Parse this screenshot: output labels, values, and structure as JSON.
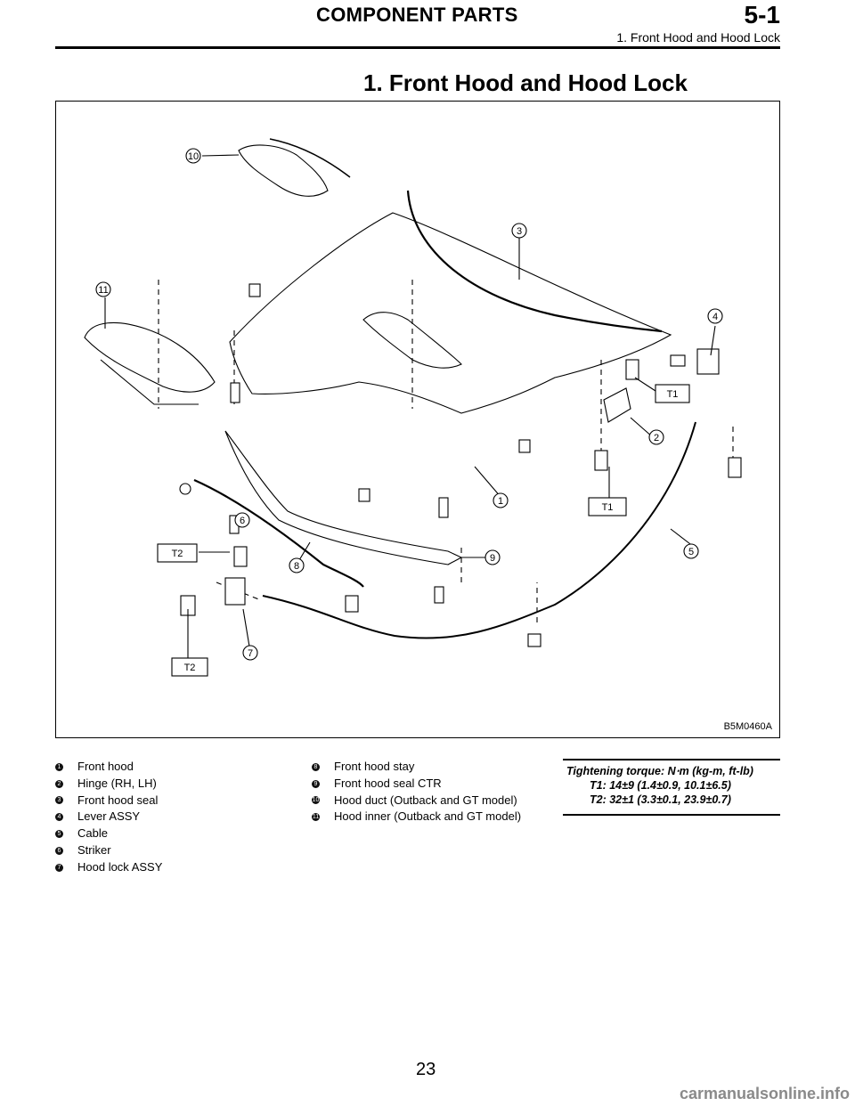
{
  "header": {
    "section_title": "COMPONENT PARTS",
    "section_code": "5-1",
    "subtitle": "1. Front Hood and Hood Lock"
  },
  "page_title": "1. Front Hood and Hood Lock",
  "figure": {
    "figure_id": "B5M0460A",
    "callouts": [
      "1",
      "2",
      "3",
      "4",
      "5",
      "6",
      "7",
      "8",
      "9",
      "10",
      "11"
    ],
    "torque_boxes": [
      "T1",
      "T1",
      "T2",
      "T2"
    ]
  },
  "legend": {
    "col1": [
      {
        "num": "1",
        "label": "Front hood"
      },
      {
        "num": "2",
        "label": "Hinge (RH, LH)"
      },
      {
        "num": "3",
        "label": "Front hood seal"
      },
      {
        "num": "4",
        "label": "Lever ASSY"
      },
      {
        "num": "5",
        "label": "Cable"
      },
      {
        "num": "6",
        "label": "Striker"
      },
      {
        "num": "7",
        "label": "Hood lock ASSY"
      }
    ],
    "col2": [
      {
        "num": "8",
        "label": "Front hood stay"
      },
      {
        "num": "9",
        "label": "Front hood seal CTR"
      },
      {
        "num": "10",
        "label": "Hood duct (Outback and GT model)"
      },
      {
        "num": "11",
        "label": "Hood inner (Outback and GT model)"
      }
    ]
  },
  "torque": {
    "heading": "Tightening torque: N⋅m (kg-m, ft-lb)",
    "t1": "T1: 14±9 (1.4±0.9, 10.1±6.5)",
    "t2": "T2: 32±1 (3.3±0.1, 23.9±0.7)"
  },
  "page_number": "23",
  "footer_watermark": "carmanualsonline.info"
}
